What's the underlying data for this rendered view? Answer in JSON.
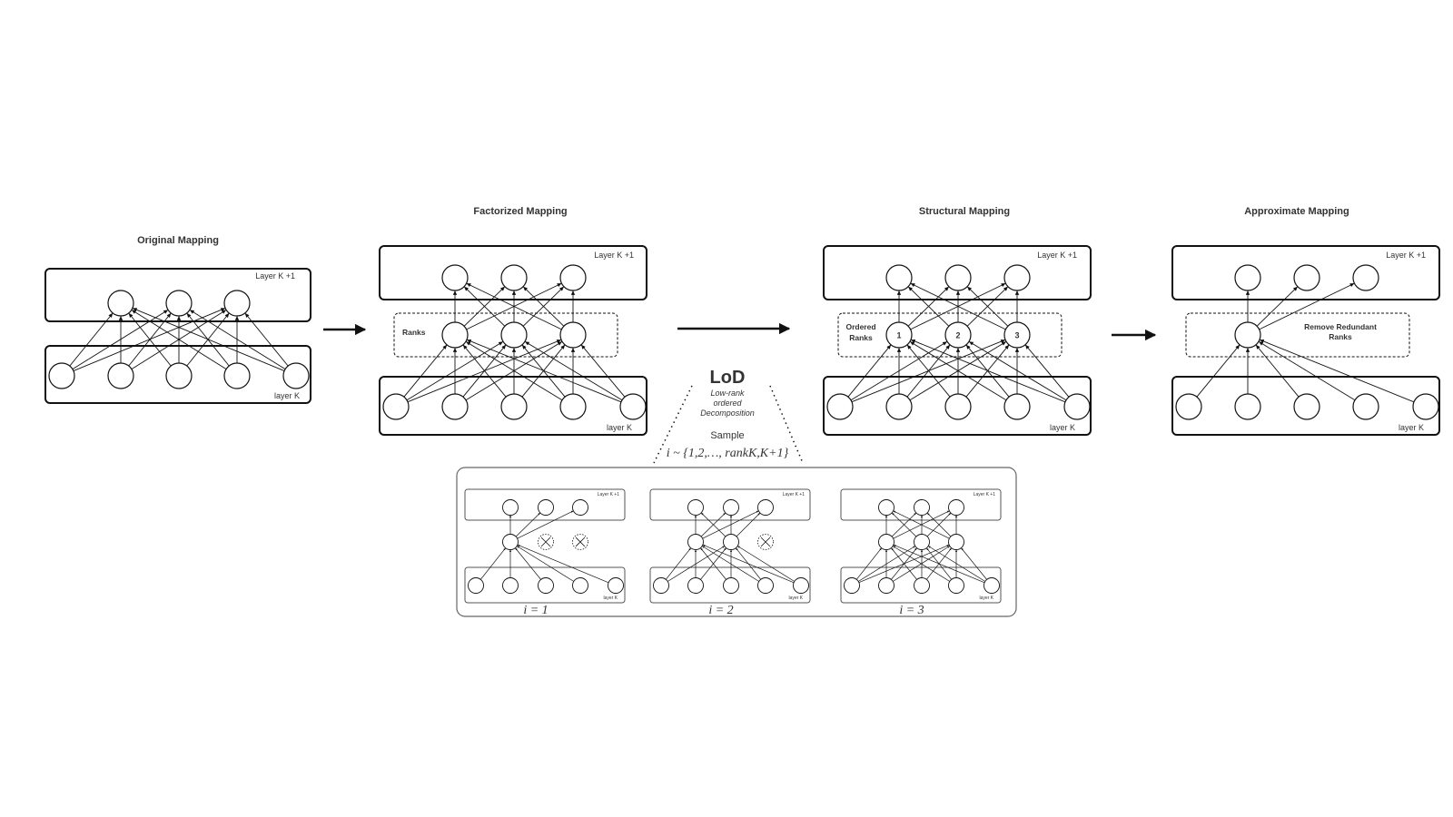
{
  "panels": {
    "original": {
      "title": "Original Mapping",
      "top_label": "Layer K +1",
      "bottom_label": "layer K"
    },
    "factorized": {
      "title": "Factorized Mapping",
      "top_label": "Layer K +1",
      "bottom_label": "layer K",
      "middle_label": "Ranks"
    },
    "structural": {
      "title": "Structural Mapping",
      "top_label": "Layer K +1",
      "bottom_label": "layer K",
      "middle_label_1": "Ordered",
      "middle_label_2": "Ranks",
      "rank_numbers": [
        "1",
        "2",
        "3"
      ]
    },
    "approximate": {
      "title": "Approximate Mapping",
      "top_label": "Layer K +1",
      "bottom_label": "layer K",
      "middle_label_1": "Remove Redundant",
      "middle_label_2": "Ranks"
    }
  },
  "lod": {
    "title": "LoD",
    "subtitle_1": "Low-rank",
    "subtitle_2": "ordered",
    "subtitle_3": "Decomposition",
    "sample_label": "Sample",
    "sample_formula": "i ~ {1,2,…, rankK,K+1}"
  },
  "samples": [
    {
      "caption": "i = 1",
      "top_label": "Layer K +1",
      "bottom_label": "layer K"
    },
    {
      "caption": "i = 2",
      "top_label": "Layer K +1",
      "bottom_label": "layer K"
    },
    {
      "caption": "i = 3",
      "top_label": "Layer K +1",
      "bottom_label": "layer K"
    }
  ]
}
